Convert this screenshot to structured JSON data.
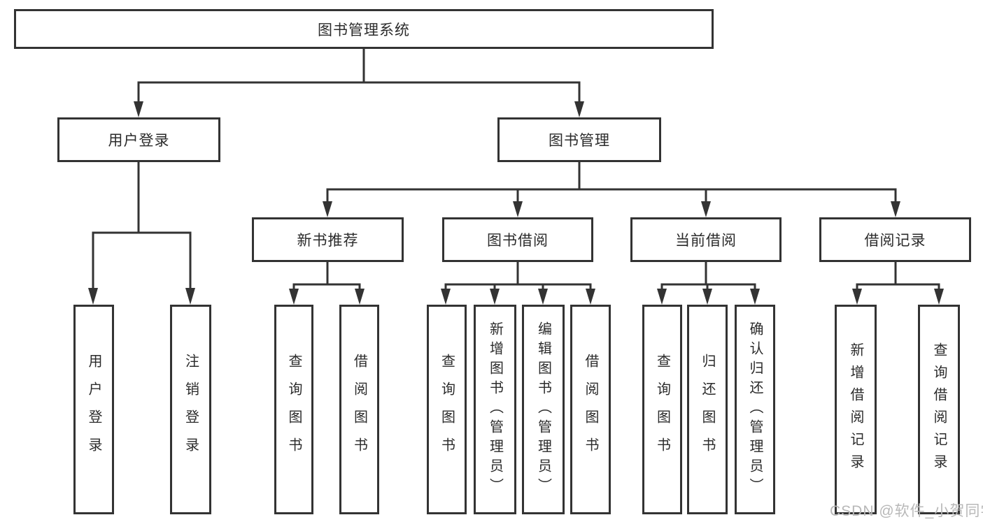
{
  "root": {
    "label": "图书管理系统"
  },
  "level2": {
    "user_login": "用户登录",
    "book_management": "图书管理"
  },
  "level3": {
    "new_book_recommend": "新书推荐",
    "book_borrow": "图书借阅",
    "current_borrow": "当前借阅",
    "borrow_records": "借阅记录"
  },
  "leaves": {
    "user_login": [
      "用户登录",
      "注销登录"
    ],
    "new_book_recommend": [
      "查询图书",
      "借阅图书"
    ],
    "book_borrow": [
      "查询图书",
      "新增图书（管理员）",
      "编辑图书（管理员）",
      "借阅图书"
    ],
    "current_borrow": [
      "查询图书",
      "归还图书",
      "确认归还（管理员）"
    ],
    "borrow_records": [
      "新增借阅记录",
      "查询借阅记录"
    ]
  },
  "watermark": "CSDN @软件_小贺同学",
  "colors": {
    "line": "#333333",
    "text": "#2b2b2b",
    "watermark": "#b8b8b8",
    "background": "#ffffff"
  }
}
